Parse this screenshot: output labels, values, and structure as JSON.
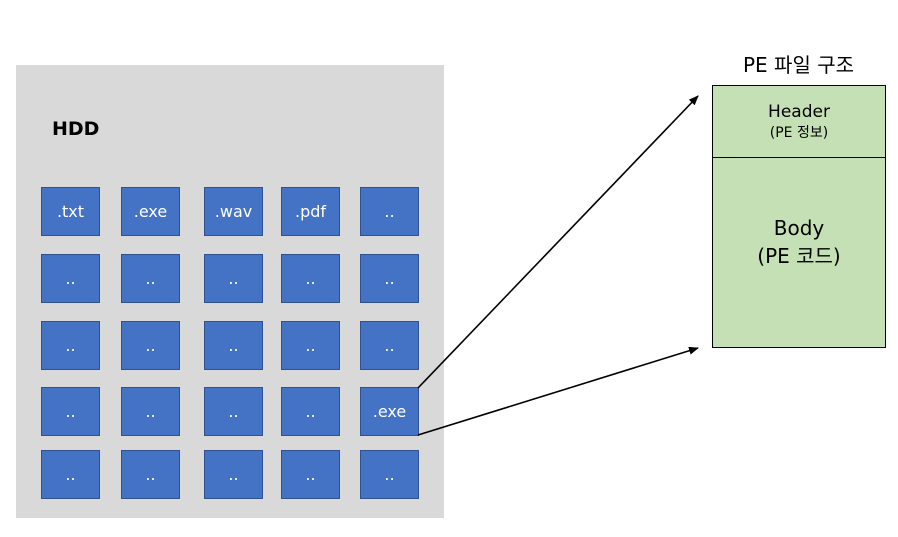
{
  "hdd": {
    "title": "HDD",
    "grid": [
      [
        ".txt",
        ".exe",
        ".wav",
        ".pdf",
        ".."
      ],
      [
        "..",
        "..",
        "..",
        "..",
        ".."
      ],
      [
        "..",
        "..",
        "..",
        "..",
        ".."
      ],
      [
        "..",
        "..",
        "..",
        "..",
        ".exe"
      ],
      [
        "..",
        "..",
        "..",
        "..",
        ".."
      ]
    ]
  },
  "pe": {
    "title": "PE 파일 구조",
    "header_label": "Header",
    "header_sub": "(PE 정보)",
    "body_label": "Body",
    "body_sub": "(PE 코드)"
  },
  "colors": {
    "panel": "#d9d9d9",
    "cell": "#4472c4",
    "cell_border": "#2f528f",
    "pe_fill": "#c5e0b4"
  }
}
